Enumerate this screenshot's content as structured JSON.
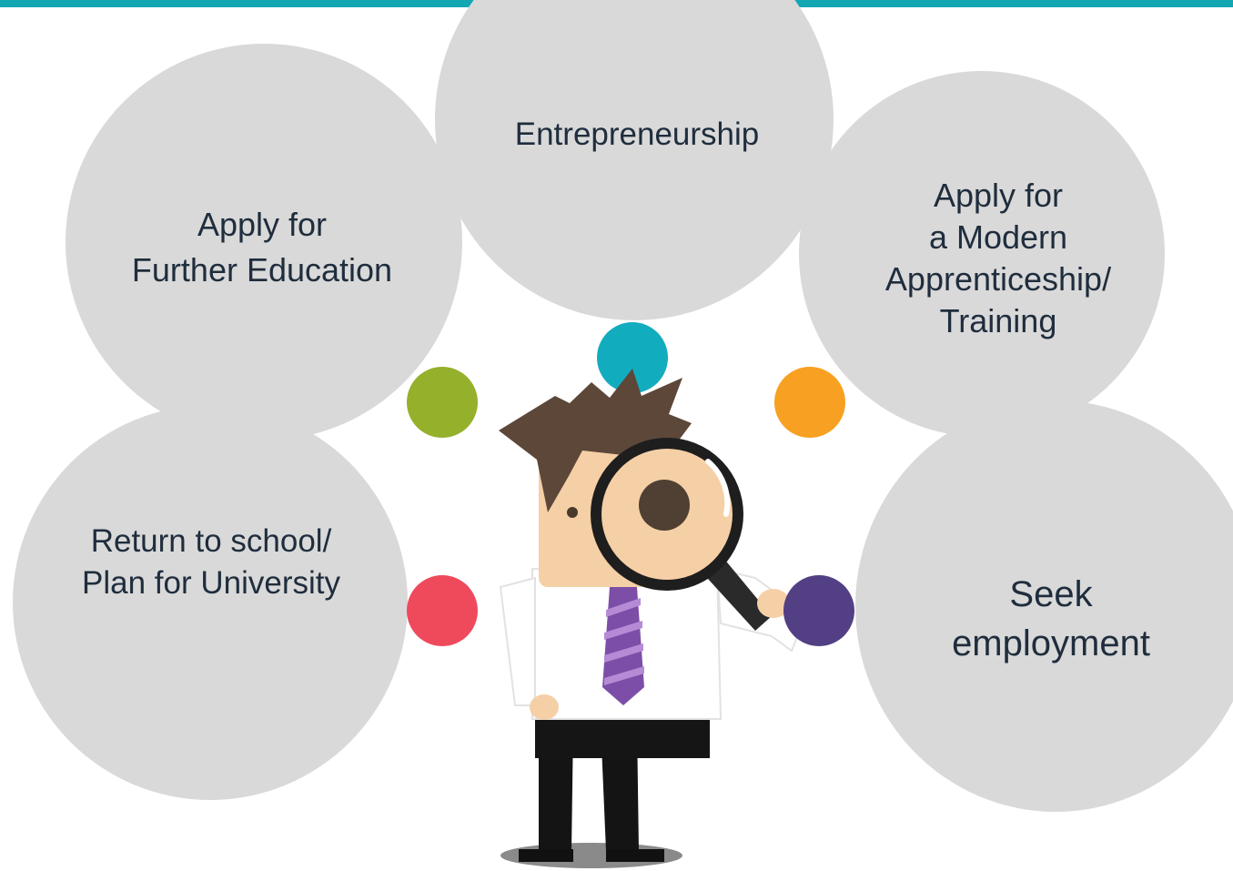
{
  "header": {
    "accent_color": "#12a7b3"
  },
  "options": [
    {
      "label": "Entrepreneurship",
      "dot_color": "#12acbf"
    },
    {
      "label": "Apply for\nFurther Education",
      "dot_color": "#95b02b"
    },
    {
      "label": "Apply for\na Modern\nApprenticeship/\nTraining",
      "dot_color": "#f7a021"
    },
    {
      "label": "Return to school/\nPlan for University",
      "dot_color": "#ef4a5c"
    },
    {
      "label": "Seek\nemployment",
      "dot_color": "#523f84"
    }
  ],
  "illustration": {
    "icon": "businessman-with-magnifying-glass-icon"
  }
}
